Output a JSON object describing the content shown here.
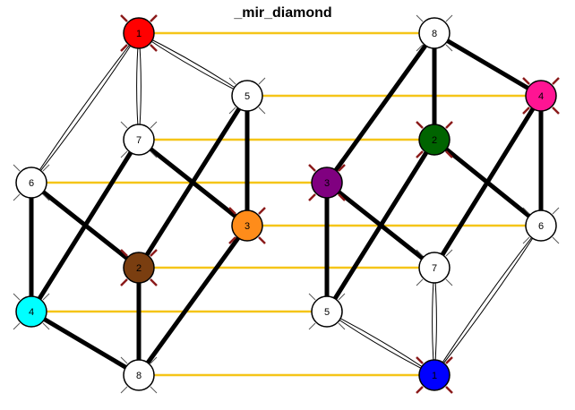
{
  "title": "_mir_diamond",
  "colors": {
    "background": "#ffffff",
    "edge": "#000000",
    "mapping_edge": "#f5c518",
    "node_default_fill": "#ffffff",
    "node_stroke": "#000000",
    "marker": "#8b1a1a"
  },
  "graphs": {
    "left": {
      "nodes": [
        {
          "id": "L1",
          "label": "1",
          "fill": "#ff0000",
          "marked": true
        },
        {
          "id": "L5",
          "label": "5",
          "fill": "#ffffff",
          "marked": false
        },
        {
          "id": "L7",
          "label": "7",
          "fill": "#ffffff",
          "marked": false
        },
        {
          "id": "L6",
          "label": "6",
          "fill": "#ffffff",
          "marked": false
        },
        {
          "id": "L3",
          "label": "3",
          "fill": "#ff8c1a",
          "marked": true
        },
        {
          "id": "L2",
          "label": "2",
          "fill": "#7a3e10",
          "marked": true
        },
        {
          "id": "L4",
          "label": "4",
          "fill": "#00ffff",
          "marked": false
        },
        {
          "id": "L8",
          "label": "8",
          "fill": "#ffffff",
          "marked": false
        }
      ],
      "edges": [
        {
          "from": "L1",
          "to": "L5",
          "style": "double"
        },
        {
          "from": "L1",
          "to": "L7",
          "style": "double"
        },
        {
          "from": "L1",
          "to": "L6",
          "style": "double"
        },
        {
          "from": "L5",
          "to": "L3",
          "style": "thick"
        },
        {
          "from": "L5",
          "to": "L2",
          "style": "thick"
        },
        {
          "from": "L7",
          "to": "L3",
          "style": "thick"
        },
        {
          "from": "L7",
          "to": "L4",
          "style": "thick"
        },
        {
          "from": "L6",
          "to": "L2",
          "style": "thick"
        },
        {
          "from": "L6",
          "to": "L4",
          "style": "thick"
        },
        {
          "from": "L3",
          "to": "L8",
          "style": "thick"
        },
        {
          "from": "L2",
          "to": "L8",
          "style": "thick"
        },
        {
          "from": "L4",
          "to": "L8",
          "style": "thick"
        }
      ]
    },
    "right": {
      "nodes": [
        {
          "id": "R8",
          "label": "8",
          "fill": "#ffffff",
          "marked": false
        },
        {
          "id": "R4",
          "label": "4",
          "fill": "#ff1493",
          "marked": true
        },
        {
          "id": "R2",
          "label": "2",
          "fill": "#006400",
          "marked": true
        },
        {
          "id": "R3",
          "label": "3",
          "fill": "#800080",
          "marked": true
        },
        {
          "id": "R6",
          "label": "6",
          "fill": "#ffffff",
          "marked": false
        },
        {
          "id": "R7",
          "label": "7",
          "fill": "#ffffff",
          "marked": false
        },
        {
          "id": "R5",
          "label": "5",
          "fill": "#ffffff",
          "marked": false
        },
        {
          "id": "R1",
          "label": "1",
          "fill": "#0000ff",
          "marked": true
        }
      ],
      "edges": [
        {
          "from": "R8",
          "to": "R4",
          "style": "thick"
        },
        {
          "from": "R8",
          "to": "R2",
          "style": "thick"
        },
        {
          "from": "R8",
          "to": "R3",
          "style": "thick"
        },
        {
          "from": "R4",
          "to": "R6",
          "style": "thick"
        },
        {
          "from": "R4",
          "to": "R7",
          "style": "thick"
        },
        {
          "from": "R2",
          "to": "R6",
          "style": "thick"
        },
        {
          "from": "R2",
          "to": "R5",
          "style": "thick"
        },
        {
          "from": "R3",
          "to": "R7",
          "style": "thick"
        },
        {
          "from": "R3",
          "to": "R5",
          "style": "thick"
        },
        {
          "from": "R6",
          "to": "R1",
          "style": "double"
        },
        {
          "from": "R7",
          "to": "R1",
          "style": "double"
        },
        {
          "from": "R5",
          "to": "R1",
          "style": "double"
        }
      ]
    }
  },
  "mapping_edges": [
    {
      "from": "L1",
      "to": "R8"
    },
    {
      "from": "L5",
      "to": "R4"
    },
    {
      "from": "L7",
      "to": "R2"
    },
    {
      "from": "L6",
      "to": "R3"
    },
    {
      "from": "L3",
      "to": "R6"
    },
    {
      "from": "L2",
      "to": "R7"
    },
    {
      "from": "L4",
      "to": "R5"
    },
    {
      "from": "L8",
      "to": "R1"
    }
  ]
}
